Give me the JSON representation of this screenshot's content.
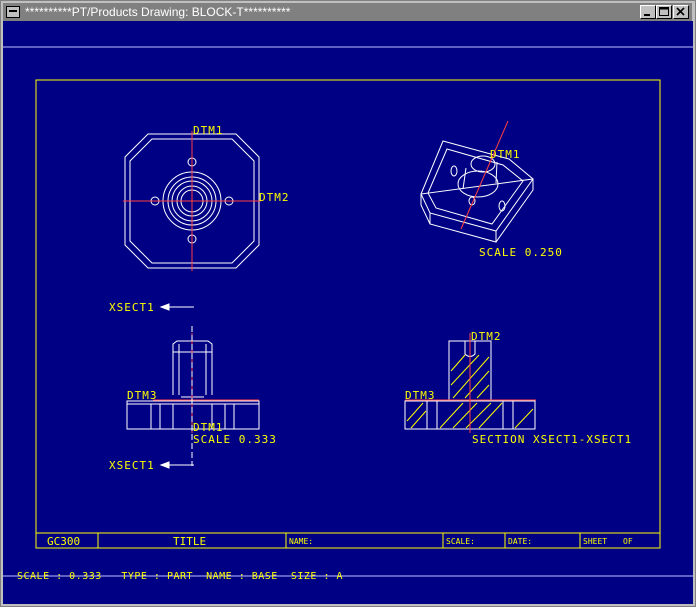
{
  "window": {
    "title": "**********PT/Products Drawing: BLOCK-T**********",
    "minimize_label": "_",
    "maximize_label": "□",
    "close_label": "✕"
  },
  "views": {
    "top_view": {
      "dtm_top": "DTM1",
      "dtm_right": "DTM2"
    },
    "iso_view": {
      "dtm_label": "DTM1",
      "scale_label": "SCALE  0.250"
    },
    "front_view": {
      "xsect_top": "XSECT1",
      "xsect_bottom": "XSECT1",
      "dtm3": "DTM3",
      "dtm1": "DTM1",
      "scale_label": "SCALE  0.333"
    },
    "section_view": {
      "dtm2": "DTM2",
      "dtm3": "DTM3",
      "section_label": "SECTION  XSECT1-XSECT1"
    }
  },
  "title_block": {
    "code": "GC300",
    "title": "TITLE",
    "name": "NAME:",
    "scale": "SCALE:",
    "date": "DATE:",
    "sheet": "SHEET",
    "of": "OF"
  },
  "status_bar": {
    "text": "SCALE : 0.333   TYPE : PART  NAME : BASE  SIZE : A"
  },
  "colors": {
    "background": "#000085",
    "geometry": "#ffffff",
    "annotation": "#ffff00",
    "datum_axis": "#ff4040",
    "titlebar": "#808080"
  }
}
